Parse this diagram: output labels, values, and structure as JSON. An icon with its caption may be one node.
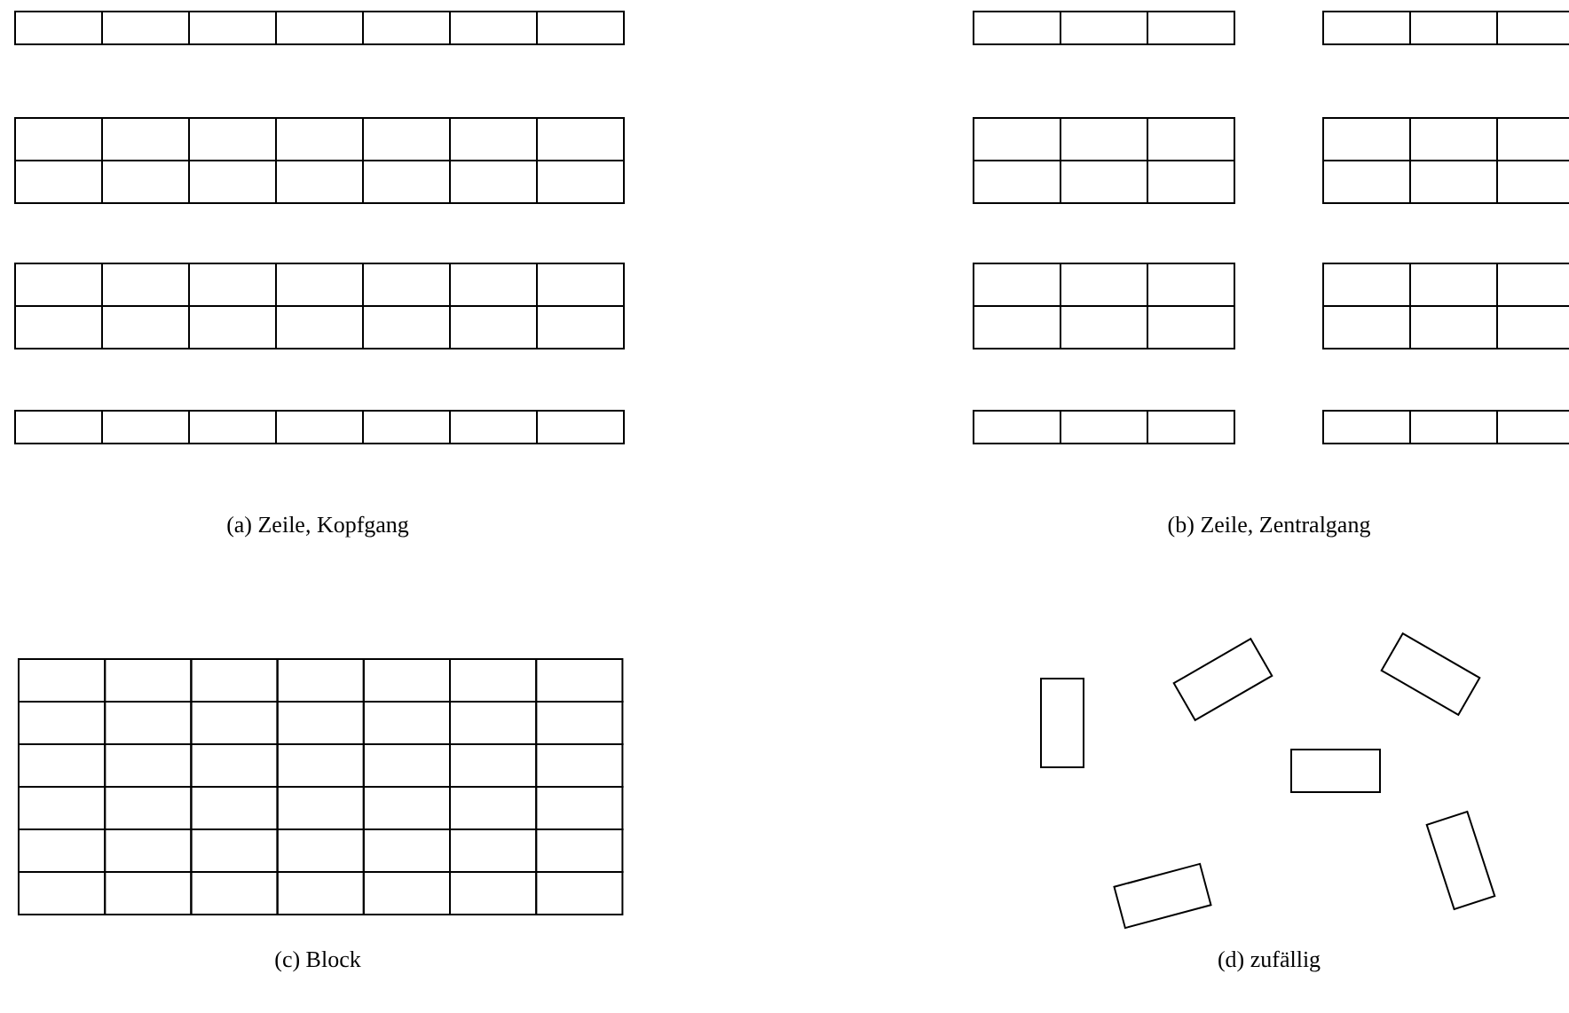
{
  "diagram": {
    "labels": [
      "(a) Zeile, Kopfgang",
      "(b) Zeile, Zentralgang",
      "(c) Block",
      "(d) zufällig"
    ]
  }
}
